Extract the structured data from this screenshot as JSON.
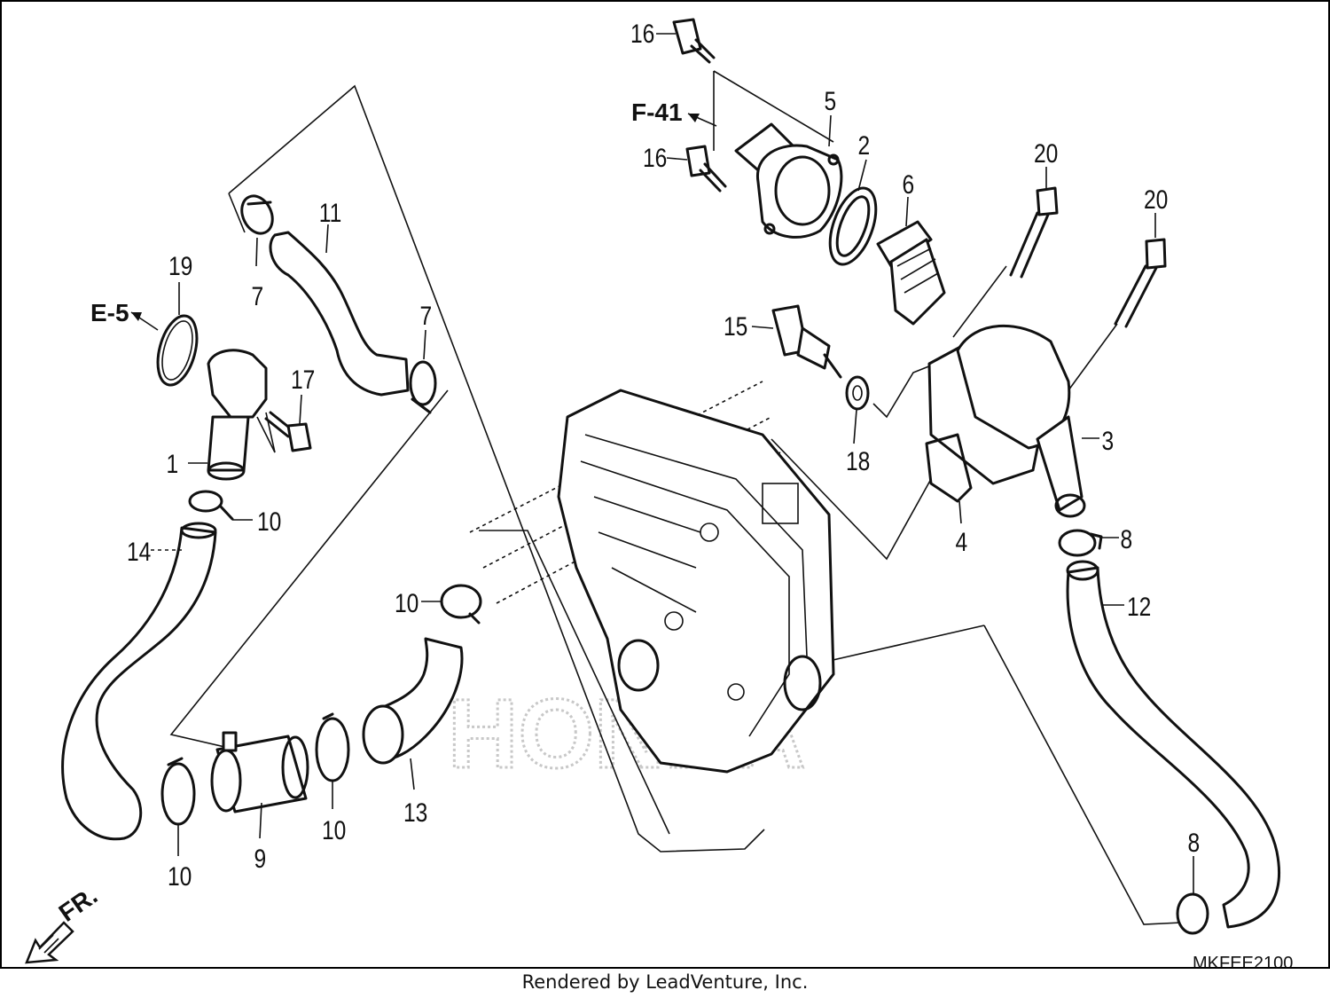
{
  "labels": {
    "p1": "1",
    "p2": "2",
    "p3": "3",
    "p4": "4",
    "p5": "5",
    "p6": "6",
    "p7a": "7",
    "p7b": "7",
    "p8a": "8",
    "p8b": "8",
    "p9": "9",
    "p10a": "10",
    "p10b": "10",
    "p10c": "10",
    "p10d": "10",
    "p11": "11",
    "p12": "12",
    "p13": "13",
    "p14": "14",
    "p15": "15",
    "p16a": "16",
    "p16b": "16",
    "p17": "17",
    "p18": "18",
    "p19": "19",
    "p20a": "20",
    "p20b": "20"
  },
  "refs": {
    "e5": "E-5",
    "f41": "F-41",
    "fr": "FR."
  },
  "watermark": "HONDA",
  "diagram_code": "MKFEE2100",
  "footer": "Rendered by LeadVenture, Inc."
}
